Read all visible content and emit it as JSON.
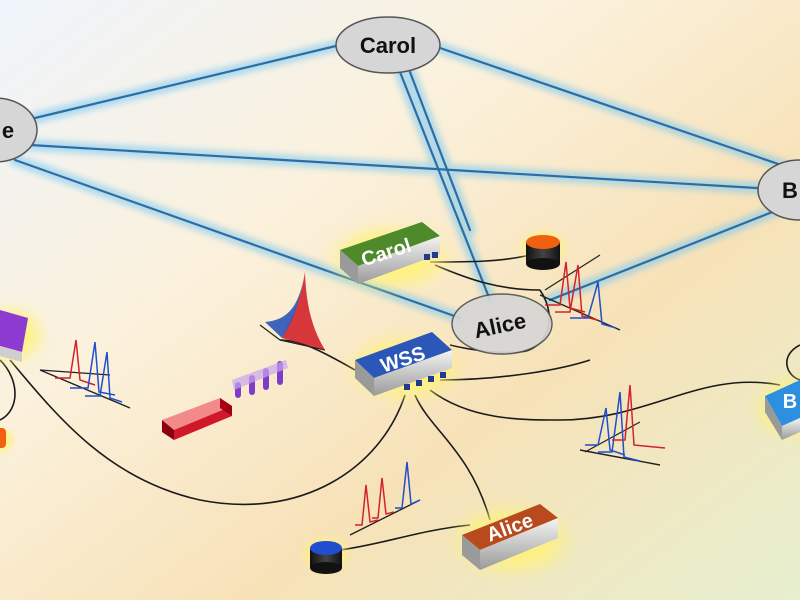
{
  "network": {
    "nodes": {
      "carol": "Carol",
      "alice": "Alice",
      "left_partial": "e",
      "right_partial": "B"
    }
  },
  "devices": {
    "carol_box": "Carol",
    "wss_box": "WSS",
    "alice_box": "Alice",
    "bob_box_partial": "B"
  },
  "colors": {
    "link_glow": "#7ec8f0",
    "link_core": "#2a6ea8",
    "node_fill": "#d6d6d6",
    "carol_box": "#4f8a2a",
    "wss_box": "#2a57b8",
    "alice_box": "#b84a1e",
    "bob_box": "#2c8fe0",
    "left_box": "#8c3ad0",
    "laser": "#d0182a",
    "filter": "#7e3cc8",
    "detector_orange": "#f06010",
    "detector_blue": "#1f4fd0"
  }
}
